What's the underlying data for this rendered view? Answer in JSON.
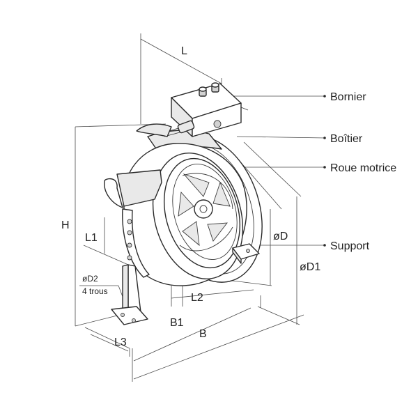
{
  "dimensions": {
    "L": "L",
    "H": "H",
    "L1": "L1",
    "D2_line1": "øD2",
    "D2_line2": "4 trous",
    "L2": "L2",
    "B1": "B1",
    "B": "B",
    "L3": "L3",
    "D": "øD",
    "D1": "øD1"
  },
  "callouts": {
    "bornier": "Bornier",
    "boitier": "Boîtier",
    "roue_motrice": "Roue motrice",
    "support": "Support"
  }
}
